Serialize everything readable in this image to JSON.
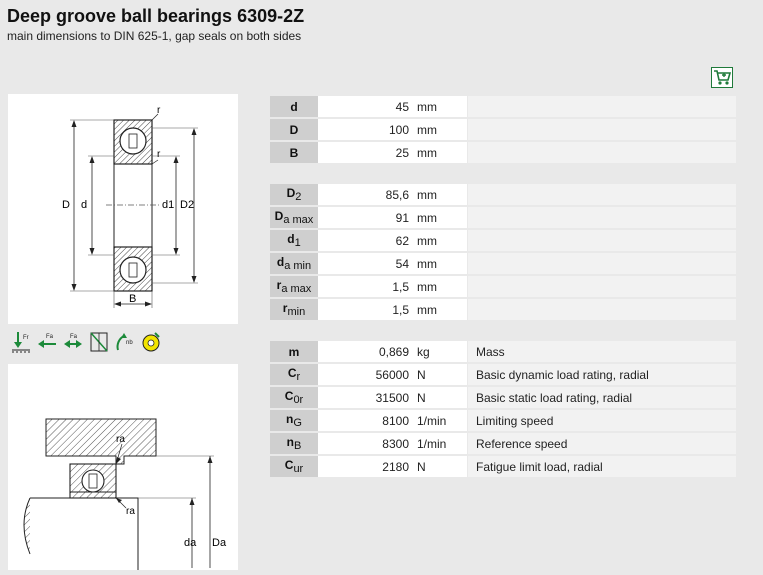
{
  "header": {
    "title": "Deep groove ball bearings 6309-2Z",
    "subtitle": "main dimensions to DIN 625-1, gap seals on both sides"
  },
  "toolbar": {
    "cart_icon": "shopping-cart-icon"
  },
  "drawing1": {
    "labels": {
      "r_top": "r",
      "r_mid": "r",
      "D": "D",
      "d": "d",
      "d1": "d1",
      "D2": "D2",
      "B": "B"
    }
  },
  "drawing2": {
    "labels": {
      "ra_top": "ra",
      "ra_bottom": "ra",
      "da": "da",
      "Da": "Da"
    }
  },
  "load_icons": [
    "axial-load-icon",
    "radial-load-icon",
    "combined-load-icon",
    "misalignment-icon",
    "speed-icon",
    "temperature-icon"
  ],
  "groups": [
    [
      {
        "sym": "d",
        "sub": "",
        "value": "45",
        "unit": "mm",
        "desc": ""
      },
      {
        "sym": "D",
        "sub": "",
        "value": "100",
        "unit": "mm",
        "desc": ""
      },
      {
        "sym": "B",
        "sub": "",
        "value": "25",
        "unit": "mm",
        "desc": ""
      }
    ],
    [
      {
        "sym": "D",
        "sub": "2",
        "value": "85,6",
        "unit": "mm",
        "desc": ""
      },
      {
        "sym": "D",
        "sub": "a max",
        "value": "91",
        "unit": "mm",
        "desc": ""
      },
      {
        "sym": "d",
        "sub": "1",
        "value": "62",
        "unit": "mm",
        "desc": ""
      },
      {
        "sym": "d",
        "sub": "a min",
        "value": "54",
        "unit": "mm",
        "desc": ""
      },
      {
        "sym": "r",
        "sub": "a max",
        "value": "1,5",
        "unit": "mm",
        "desc": ""
      },
      {
        "sym": "r",
        "sub": "min",
        "value": "1,5",
        "unit": "mm",
        "desc": ""
      }
    ],
    [
      {
        "sym": "m",
        "sub": "",
        "value": "0,869",
        "unit": "kg",
        "desc": "Mass"
      },
      {
        "sym": "C",
        "sub": "r",
        "value": "56000",
        "unit": "N",
        "desc": "Basic dynamic load rating, radial"
      },
      {
        "sym": "C",
        "sub": "0r",
        "value": "31500",
        "unit": "N",
        "desc": "Basic static load rating, radial"
      },
      {
        "sym": "n",
        "sub": "G",
        "value": "8100",
        "unit": "1/min",
        "desc": "Limiting speed"
      },
      {
        "sym": "n",
        "sub": "B",
        "value": "8300",
        "unit": "1/min",
        "desc": "Reference speed"
      },
      {
        "sym": "C",
        "sub": "ur",
        "value": "2180",
        "unit": "N",
        "desc": "Fatigue limit load, radial"
      }
    ]
  ]
}
